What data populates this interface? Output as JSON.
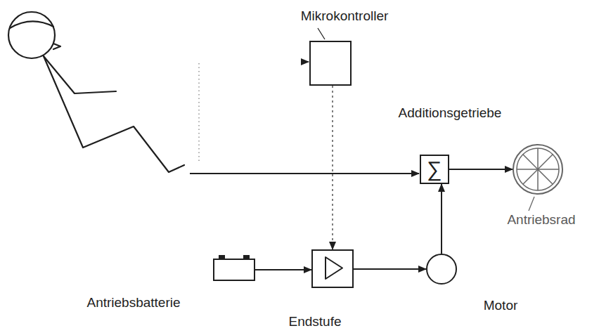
{
  "diagram": {
    "nodes": [
      {
        "text": [
          "Mikrokontroller"
        ]
      },
      {
        "text": [
          "Additionsgetriebe",
          "∑"
        ]
      },
      {
        "text": [
          "Antriebsrad"
        ]
      },
      {
        "text": [
          "Antriebsbatterie"
        ]
      },
      {
        "text": [
          "Endstufe"
        ]
      },
      {
        "text": [
          "Motor"
        ]
      }
    ],
    "edges": [
      {
        "from": 0,
        "to": 4,
        "arrow": "to"
      },
      {
        "from": 1,
        "to": 2,
        "arrow": "to"
      },
      {
        "from": 3,
        "to": 4,
        "arrow": "to"
      },
      {
        "from": 4,
        "to": 5,
        "arrow": "to"
      },
      {
        "from": 5,
        "to": 1,
        "arrow": "to"
      }
    ]
  }
}
